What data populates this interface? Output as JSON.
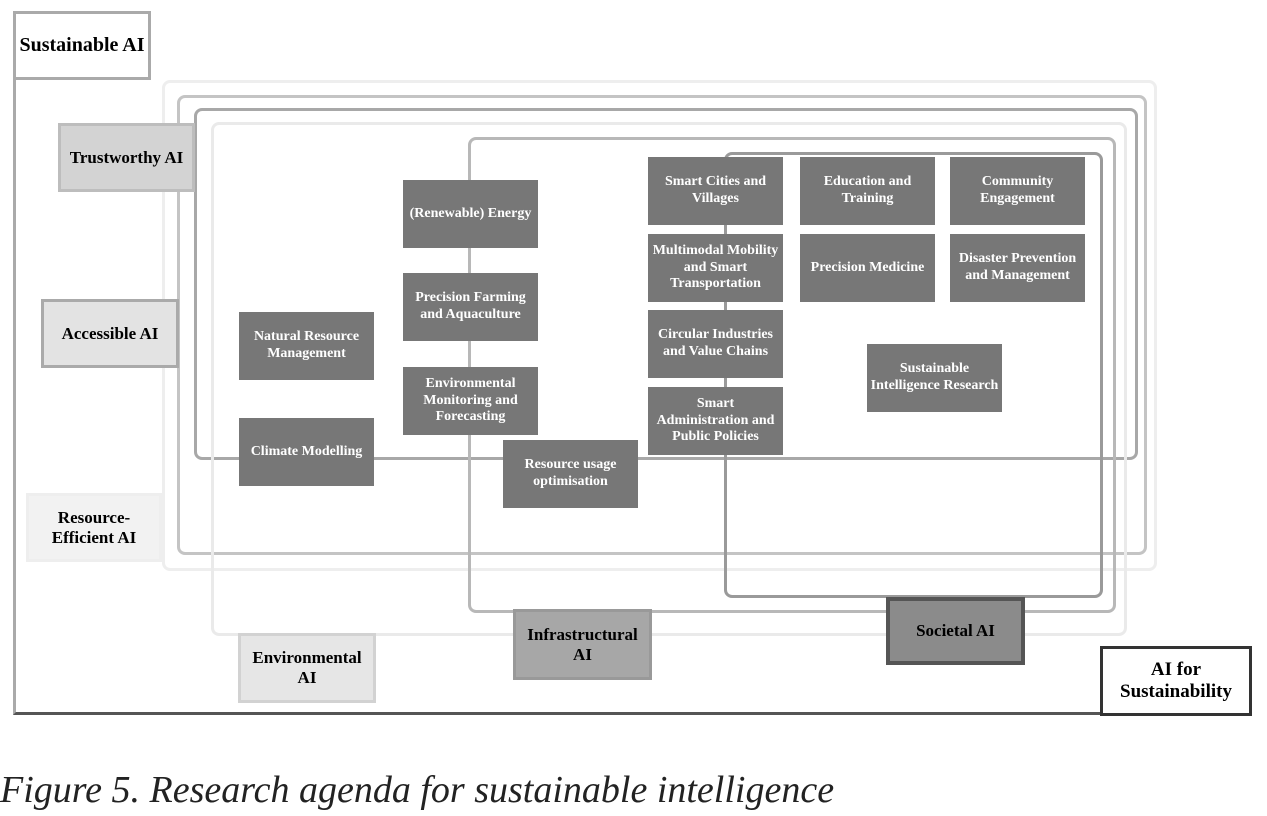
{
  "labels": {
    "sustainable_ai": "Sustainable AI",
    "trustworthy_ai": "Trustworthy AI",
    "accessible_ai": "Accessible AI",
    "resource_efficient_ai": "Resource-Efficient AI",
    "environmental_ai": "Environmental AI",
    "infrastructural_ai": "Infrastructural AI",
    "societal_ai": "Societal AI",
    "ai_for_sustainability": "AI for Sustainability"
  },
  "boxes": {
    "natural_resource": "Natural Resource Management",
    "climate": "Climate Modelling",
    "energy": "(Renewable) Energy",
    "farming": "Precision Farming and Aquaculture",
    "env_monitoring": "Environmental Monitoring and Forecasting",
    "resource_usage": "Resource usage optimisation",
    "smart_cities": "Smart Cities and Villages",
    "mobility": "Multimodal Mobility and Smart Transportation",
    "circular": "Circular Industries and Value Chains",
    "smart_admin": "Smart Administration and Public Policies",
    "education": "Education and Training",
    "community": "Community Engagement",
    "precision_medicine": "Precision Medicine",
    "disaster": "Disaster Prevention and Management",
    "sustainable_intelligence": "Sustainable Intelligence Research"
  },
  "caption": "Figure 5.  Research agenda for sustainable intelligence",
  "colors": {
    "domain_box": "#777777",
    "sustainable_ai_frame": "#555555",
    "resource_frame": "#eeeeee",
    "trustworthy_frame": "#bbbbbb",
    "accessible_frame": "#a8a8a8",
    "environmental_frame": "#e8e8e8",
    "infrastructural_frame": "#b5b5b5",
    "societal_frame": "#999999",
    "ai_for_sustainability_frame": "#333333"
  }
}
